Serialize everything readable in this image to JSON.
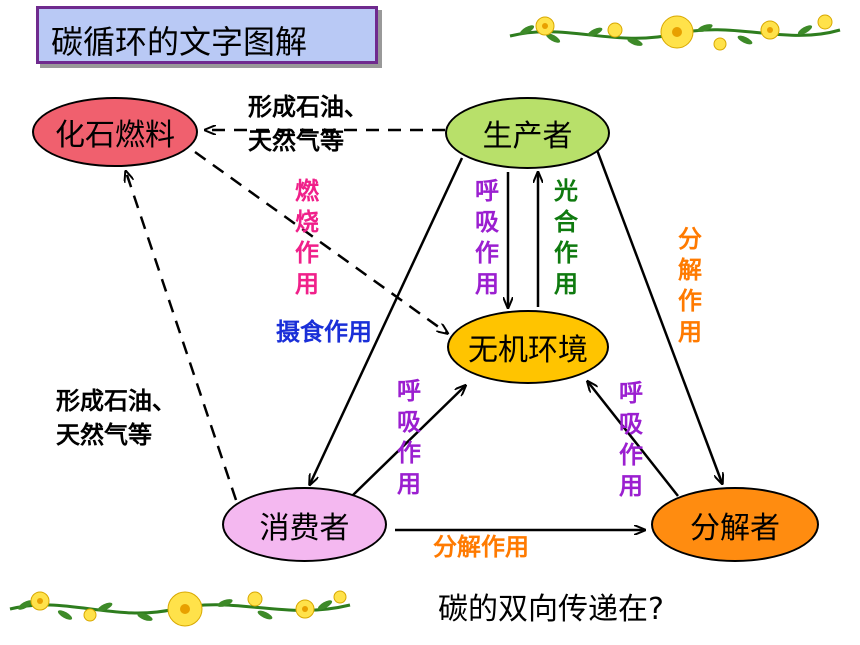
{
  "title": "碳循环的文字图解",
  "nodes": {
    "fossil": "化石燃料",
    "producer": "生产者",
    "inorganic": "无机环境",
    "consumer": "消费者",
    "decomposer": "分解者"
  },
  "labels": {
    "form_oil_top": "形成石油、天然气等",
    "form_oil_left": "形成石油、天然气等",
    "combustion": "燃烧作用",
    "feeding": "摄食作用",
    "producer_respiration": "呼吸作用",
    "photosynthesis": "光合作用",
    "producer_decomposition": "分解作用",
    "consumer_respiration": "呼吸作用",
    "decomposer_respiration": "呼吸作用",
    "consumer_decomposition": "分解作用"
  },
  "question": "碳的双向传递在?",
  "colors": {
    "title_bg": "#b9c9f5",
    "fossil": "#f0606e",
    "producer": "#b8e06a",
    "inorganic": "#ffc400",
    "consumer": "#f4b8f0",
    "decomposer": "#ff8c10",
    "label_purple": "#9b1fd0",
    "label_green": "#0f7a0f",
    "label_orange": "#ff7a00",
    "label_pink": "#f0208a",
    "label_blue": "#1a2fd8"
  }
}
